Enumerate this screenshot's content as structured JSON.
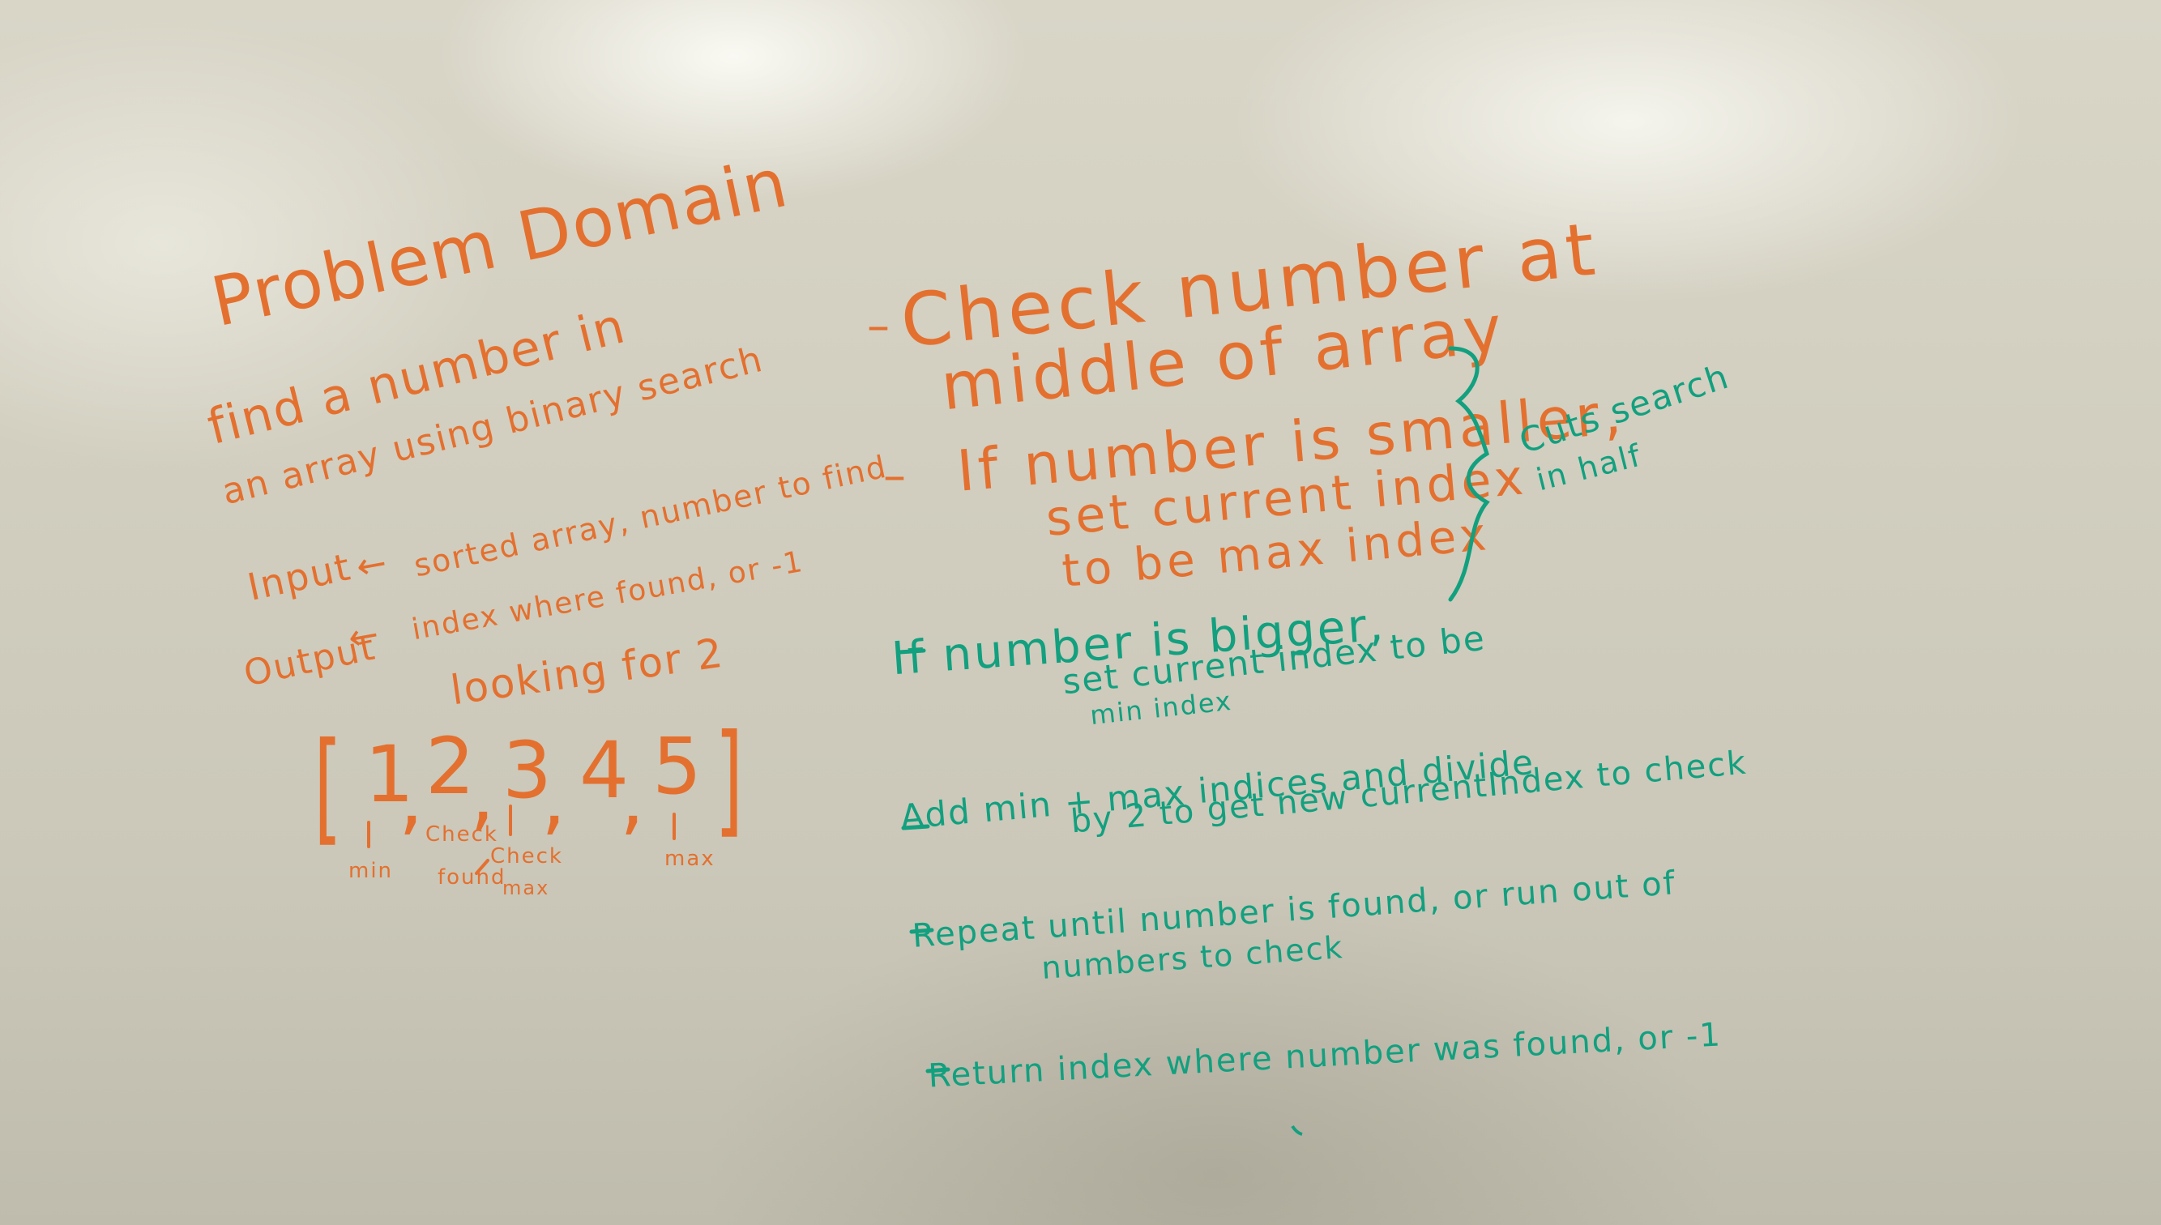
{
  "left": {
    "title": "Problem Domain",
    "task_line1": "find a number in",
    "task_line2": "an array using binary search",
    "input_label": "Input",
    "input_value": "sorted array, number to find",
    "output_label": "Output",
    "output_value": "index where found, or -1",
    "looking": "looking for 2",
    "array": {
      "open": "[",
      "close": "]",
      "items": [
        "1",
        "2",
        "3",
        "4",
        "5"
      ],
      "separator": ","
    },
    "label_min": "min",
    "label_check1": "Check",
    "label_found": "found",
    "label_check2": "Check",
    "label_max_sub": "max",
    "label_max": "max"
  },
  "right": {
    "step1_line1": "Check number at",
    "step1_line2": "middle of array",
    "step2_line1": "If number is smaller,",
    "step2_line2": "set current index",
    "step2_line3": "to be max index",
    "brace_note_line1": "Cuts search",
    "brace_note_line2": "in half",
    "step3_line1": "If number is bigger,",
    "step3_line2": "set current index to be",
    "step3_line3": "min index",
    "step4_line1": "Add min + max indices and divide",
    "step4_line2": "by 2 to get new currentIndex to check",
    "step5_line1": "Repeat until number is found, or run out of",
    "step5_line2": "numbers to check",
    "step6_line1": "Return index where number was found, or -1"
  },
  "colors": {
    "orange_marker": "#e4702f",
    "green_marker": "#12a07f",
    "board": "#d3d0c1"
  }
}
